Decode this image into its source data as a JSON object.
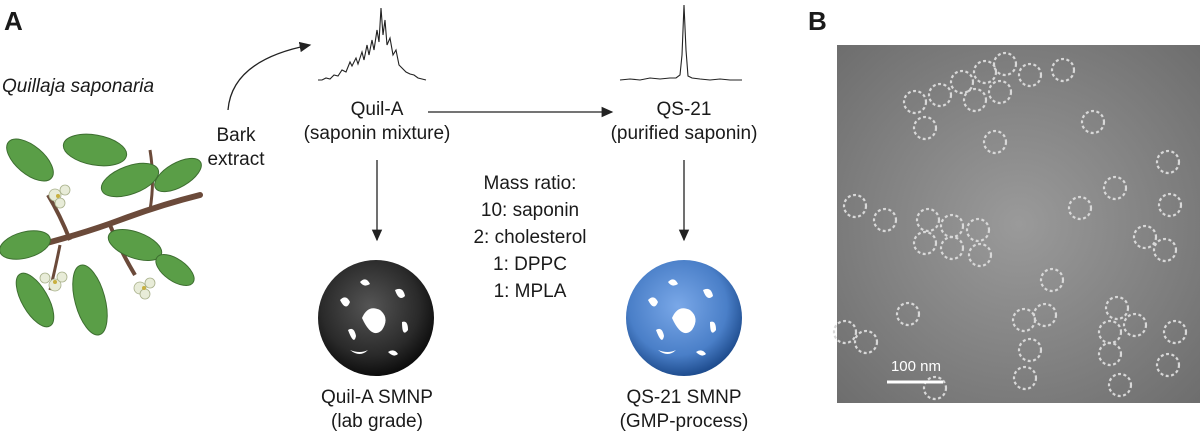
{
  "panel_a": {
    "letter": "A",
    "species": "Quillaja saponaria",
    "bark_line1": "Bark",
    "bark_line2": "extract",
    "quil_a_line1": "Quil-A",
    "quil_a_line2": "(saponin mixture)",
    "qs21_line1": "QS-21",
    "qs21_line2": "(purified saponin)",
    "mass_ratio": [
      "Mass ratio:",
      "10: saponin",
      "2: cholesterol",
      "1: DPPC",
      "1: MPLA"
    ],
    "smnp_left_line1": "Quil-A SMNP",
    "smnp_left_line2": "(lab grade)",
    "smnp_right_line1": "QS-21 SMNP",
    "smnp_right_line2": "(GMP-process)",
    "colors": {
      "leaf": "#5a9e47",
      "branch": "#6b4a3a",
      "particle_dark": "#2a2a2a",
      "particle_blue": "#4a7fc8"
    }
  },
  "panel_b": {
    "letter": "B",
    "scale_bar_label": "100 nm"
  }
}
